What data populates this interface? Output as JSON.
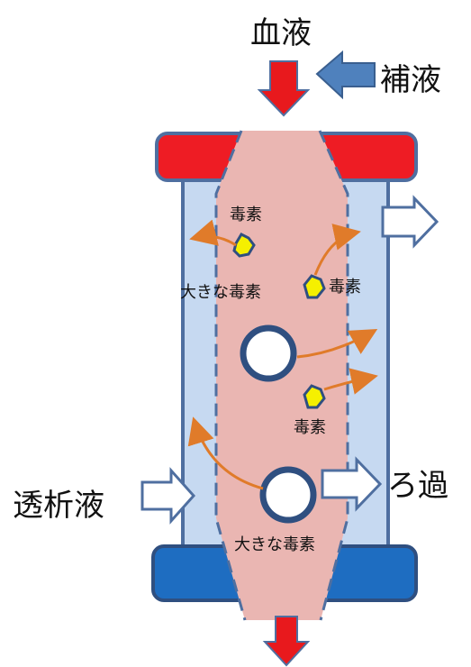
{
  "labels": {
    "blood": "血液",
    "replacement_fluid": "補液",
    "dialysate": "透析液",
    "filtration": "ろ過",
    "toxin_1": "毒素",
    "toxin_2": "毒素",
    "toxin_3": "毒素",
    "large_toxin_1": "大きな毒素",
    "large_toxin_2": "大きな毒素"
  },
  "colors": {
    "blood_arrow": "#e8191d",
    "replacement_arrow": "#4f81bd",
    "top_header": "#ee1c24",
    "bottom_header": "#1e6dc1",
    "housing_fill": "#c6d9f1",
    "housing_stroke": "#4f6fa0",
    "blood_channel": "#eab6b2",
    "diffusion_arrows": "#e07b2a",
    "toxin": "#f5f000"
  }
}
